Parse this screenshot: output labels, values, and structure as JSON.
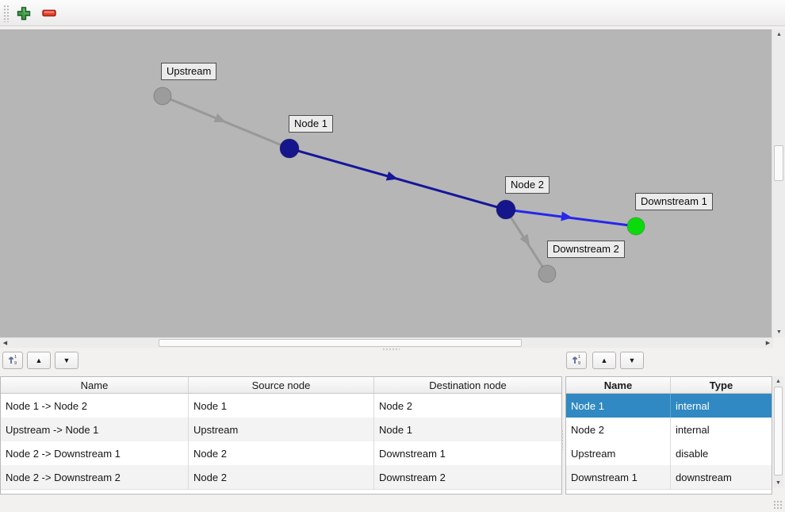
{
  "toolbar": {
    "icons": [
      {
        "name": "add-node",
        "glyph": "plus-icon"
      },
      {
        "name": "remove-node",
        "glyph": "minus-icon"
      }
    ]
  },
  "glyphs": {
    "up": "▲",
    "down": "▼",
    "left": "◀",
    "right": "▶"
  },
  "colors": {
    "canvas_bg": "#b6b6b6",
    "selection": "#3089c2",
    "node_gray": "#9c9c9c",
    "node_navy": "#15158c",
    "node_green": "#0bdb0b",
    "edge_gray": "#989898",
    "edge_navy": "#16169b",
    "edge_blue": "#2626ec"
  },
  "graph": {
    "nodes": [
      {
        "label": "Upstream",
        "color": "#9c9c9c"
      },
      {
        "label": "Node 1",
        "color": "#15158c"
      },
      {
        "label": "Node 2",
        "color": "#15158c"
      },
      {
        "label": "Downstream 1",
        "color": "#0bdb0b"
      },
      {
        "label": "Downstream 2",
        "color": "#9c9c9c"
      }
    ],
    "edges": [
      {
        "name": "Upstream -> Node 1",
        "color": "#989898"
      },
      {
        "name": "Node 1 -> Node 2",
        "color": "#16169b"
      },
      {
        "name": "Node 2 -> Downstream 1",
        "color": "#2626ec"
      },
      {
        "name": "Node 2 -> Downstream 2",
        "color": "#989898"
      }
    ]
  },
  "edges_table": {
    "headers": [
      "Name",
      "Source node",
      "Destination node"
    ],
    "rows": [
      [
        "Node 1 -> Node 2",
        "Node 1",
        "Node 2"
      ],
      [
        "Upstream -> Node 1",
        "Upstream",
        "Node 1"
      ],
      [
        "Node 2 -> Downstream 1",
        "Node 2",
        "Downstream 1"
      ],
      [
        "Node 2 -> Downstream 2",
        "Node 2",
        "Downstream 2"
      ]
    ]
  },
  "nodes_table": {
    "headers": [
      "Name",
      "Type"
    ],
    "rows": [
      [
        "Node 1",
        "internal"
      ],
      [
        "Node 2",
        "internal"
      ],
      [
        "Upstream",
        "disable"
      ],
      [
        "Downstream 1",
        "downstream"
      ]
    ],
    "selected_index": 0
  }
}
